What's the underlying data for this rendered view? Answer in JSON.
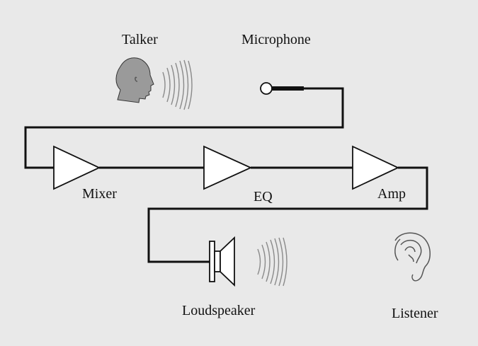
{
  "diagram": {
    "labels": {
      "talker": "Talker",
      "microphone": "Microphone",
      "mixer": "Mixer",
      "eq": "EQ",
      "amp": "Amp",
      "loudspeaker": "Loudspeaker",
      "listener": "Listener"
    },
    "colors": {
      "background": "#e9e9e9",
      "wire": "#111111",
      "component_fill": "#ffffff",
      "sound_waves": "#8a8a8a",
      "head": "#9a9a9a"
    },
    "icons": [
      "head-icon",
      "sound-waves-icon",
      "microphone-icon",
      "triangle-amplifier-icon",
      "loudspeaker-icon",
      "ear-icon"
    ]
  }
}
